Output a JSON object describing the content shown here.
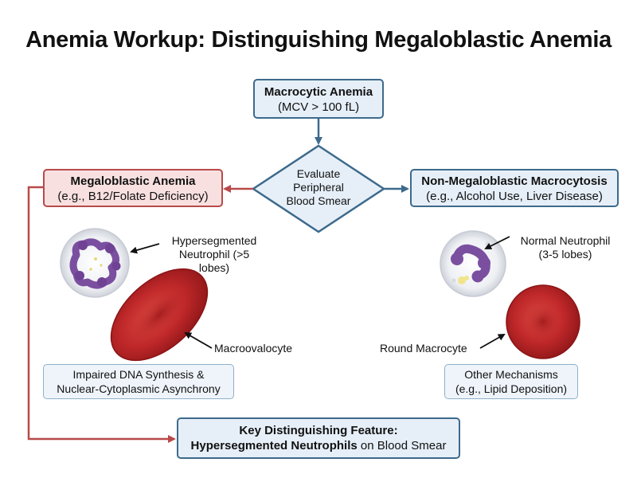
{
  "title": "Anemia Workup: Distinguishing Megaloblastic Anemia",
  "start": {
    "line1": "Macrocytic Anemia",
    "line2": "(MCV > 100 fL)"
  },
  "decision": {
    "line1": "Evaluate",
    "line2": "Peripheral",
    "line3": "Blood Smear"
  },
  "left_branch": {
    "title": "Megaloblastic Anemia",
    "subtitle": "(e.g., B12/Folate Deficiency)",
    "neutrophil_label": [
      "Hypersegmented",
      "Neutrophil (>5",
      "lobes)"
    ],
    "rbc_label": "Macroovalocyte",
    "mechanism": [
      "Impaired DNA Synthesis &",
      "Nuclear-Cytoplasmic Asynchrony"
    ]
  },
  "right_branch": {
    "title": "Non-Megaloblastic Macrocytosis",
    "subtitle": "(e.g., Alcohol Use, Liver Disease)",
    "neutrophil_label": [
      "Normal Neutrophil",
      "(3-5 lobes)"
    ],
    "rbc_label": "Round Macrocyte",
    "mechanism": [
      "Other Mechanisms",
      "(e.g., Lipid Deposition)"
    ]
  },
  "key_feature": {
    "line1": "Key Distinguishing Feature:",
    "line2_bold": "Hypersegmented Neutrophils",
    "line2_rest": " on Blood Smear"
  },
  "colors": {
    "blue_border": "#3d6a8c",
    "blue_fill": "#e6eff8",
    "red_border": "#b84a4a",
    "red_fill": "#f9e0e0",
    "rbc": "#c0282a",
    "nucleus": "#7b4fa0"
  }
}
